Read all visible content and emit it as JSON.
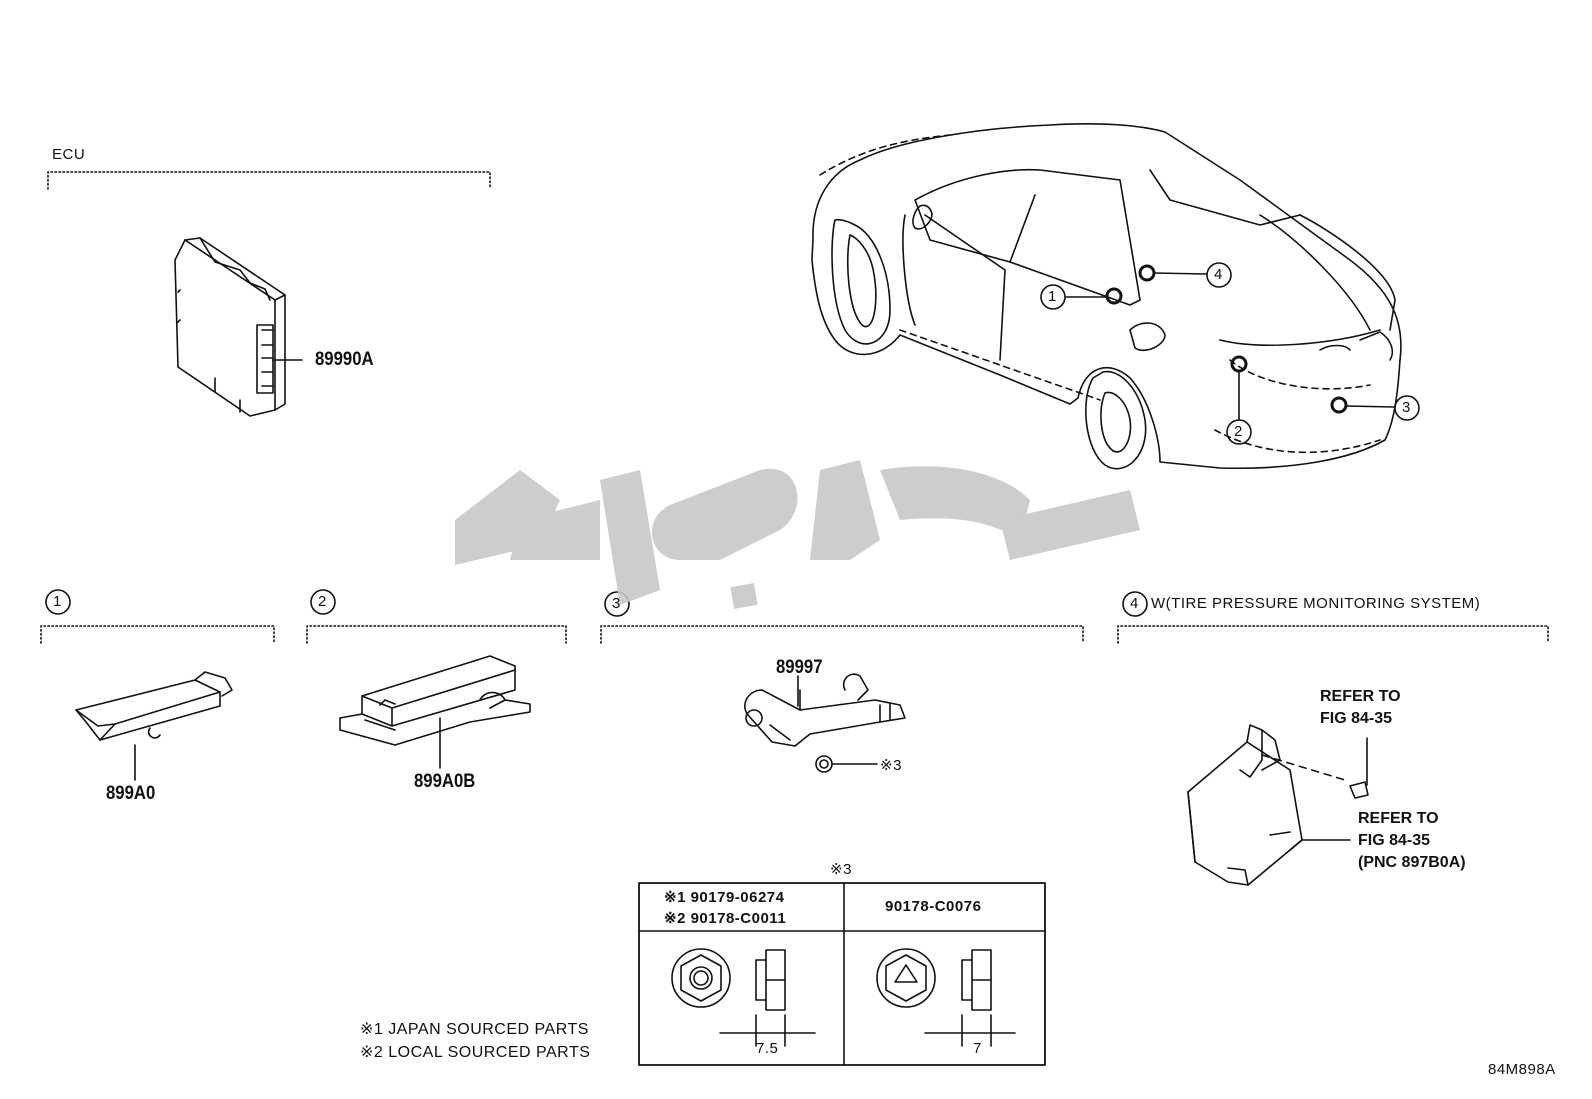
{
  "sections": {
    "ecu": {
      "title": "ECU",
      "part_number": "89990A"
    },
    "s1": {
      "marker": "1",
      "part_number": "899A0"
    },
    "s2": {
      "marker": "2",
      "part_number": "899A0B"
    },
    "s3": {
      "marker": "3",
      "part_number": "89997",
      "fastener_ref": "※3"
    },
    "s4": {
      "marker": "4",
      "title": "W(TIRE PRESSURE MONITORING SYSTEM)",
      "ref_upper": "REFER TO\nFIG 84-35",
      "ref_lower": "REFER TO\nFIG 84-35\n(PNC 897B0A)"
    }
  },
  "car_callouts": [
    "1",
    "2",
    "3",
    "4"
  ],
  "fastener_table": {
    "title": "※3",
    "col1_line1": "※1 90179-06274",
    "col1_line2": "※2 90178-C0011",
    "col2_header": "90178-C0076",
    "col1_dim": "7.5",
    "col2_dim": "7"
  },
  "notes": [
    "※1 JAPAN SOURCED PARTS",
    "※2 LOCAL SOURCED PARTS"
  ],
  "diagram_code": "84M898A",
  "colors": {
    "line": "#111111",
    "watermark": "#c8c8c8"
  }
}
